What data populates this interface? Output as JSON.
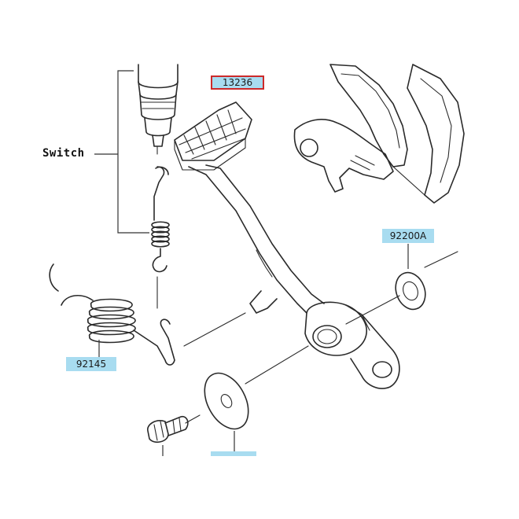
{
  "diagram": {
    "labels": {
      "switch": "Switch",
      "brake_pedal": "13236",
      "washer": "92200A",
      "spring": "92145"
    },
    "colors": {
      "label_fill": "#a8dcf0",
      "selected_border": "#cc2a2a",
      "line": "#2a2a2a"
    }
  }
}
